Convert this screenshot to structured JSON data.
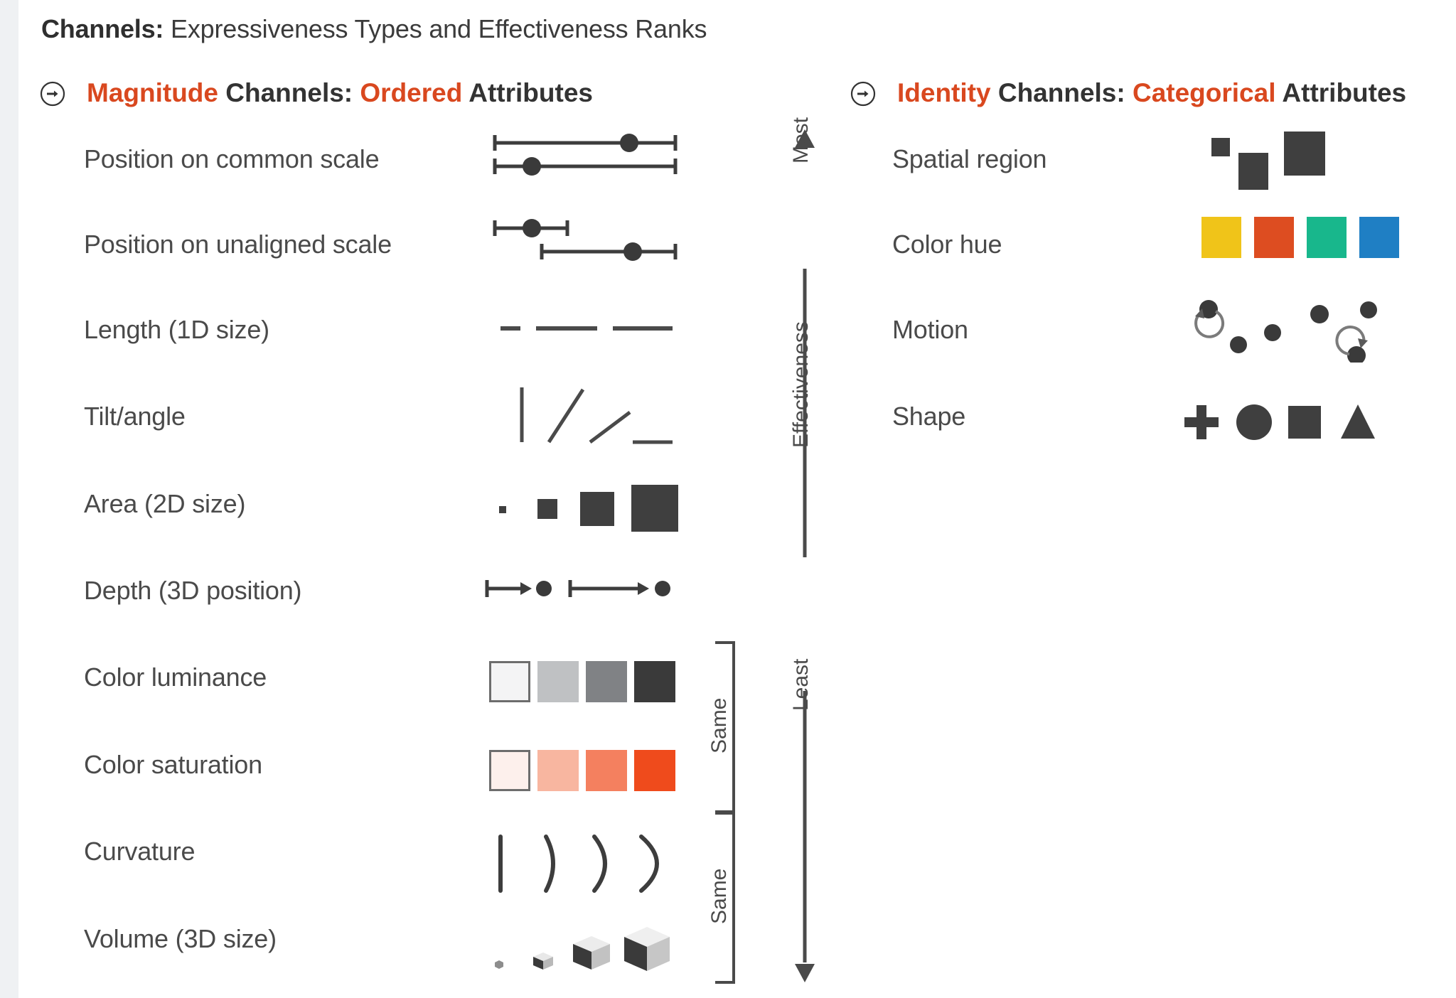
{
  "title": {
    "bold_part": "Channels:",
    "rest_part": " Expressiveness Types and Effectiveness Ranks"
  },
  "sections": {
    "magnitude": {
      "icon": "circle-arrow-right-icon",
      "accent_1": "Magnitude",
      "mid": " Channels: ",
      "accent_2": "Ordered",
      "tail": " Attributes"
    },
    "identity": {
      "icon": "circle-arrow-right-icon",
      "accent_1": "Identity",
      "mid": " Channels: ",
      "accent_2": "Categorical",
      "tail": " Attributes"
    }
  },
  "magnitude_rows": [
    {
      "label": "Position on common scale",
      "glyph": "two-aligned-range-bars"
    },
    {
      "label": "Position on unaligned scale",
      "glyph": "two-unaligned-range-bars"
    },
    {
      "label": "Length (1D size)",
      "glyph": "three-increasing-lines"
    },
    {
      "label": "Tilt/angle",
      "glyph": "four-tilted-lines"
    },
    {
      "label": "Area (2D size)",
      "glyph": "four-increasing-squares"
    },
    {
      "label": "Depth (3D position)",
      "glyph": "two-depth-arrows"
    },
    {
      "label": "Color luminance",
      "glyph": "luminance-ramp-swatches"
    },
    {
      "label": "Color saturation",
      "glyph": "saturation-ramp-swatches"
    },
    {
      "label": "Curvature",
      "glyph": "four-increasing-curves"
    },
    {
      "label": "Volume (3D size)",
      "glyph": "four-increasing-cubes"
    }
  ],
  "identity_rows": [
    {
      "label": "Spatial region",
      "glyph": "three-offset-rectangles"
    },
    {
      "label": "Color hue",
      "glyph": "four-hue-swatches"
    },
    {
      "label": "Motion",
      "glyph": "dots-with-rotation-arrows"
    },
    {
      "label": "Shape",
      "glyph": "plus-circle-square-triangle"
    }
  ],
  "axis": {
    "top_label": "Most",
    "middle_label": "Effectiveness",
    "bottom_label": "Least"
  },
  "brackets": [
    {
      "label": "Same",
      "spans": [
        "Color luminance",
        "Color saturation"
      ]
    },
    {
      "label": "Same",
      "spans": [
        "Curvature",
        "Volume (3D size)"
      ]
    }
  ],
  "chart_data": {
    "type": "table",
    "title": "Channels: Expressiveness Types and Effectiveness Ranks",
    "columns": [
      "Magnitude Channels: Ordered Attributes",
      "Identity Channels: Categorical Attributes"
    ],
    "magnitude_ranking_most_to_least": [
      "Position on common scale",
      "Position on unaligned scale",
      "Length (1D size)",
      "Tilt/angle",
      "Area (2D size)",
      "Depth (3D position)",
      "Color luminance",
      "Color saturation",
      "Curvature",
      "Volume (3D size)"
    ],
    "identity_ranking_most_to_least": [
      "Spatial region",
      "Color hue",
      "Motion",
      "Shape"
    ],
    "effectiveness_axis": [
      "Most",
      "Effectiveness",
      "Least"
    ],
    "equal_rank_groups": [
      [
        "Color luminance",
        "Color saturation"
      ],
      [
        "Curvature",
        "Volume (3D size)"
      ]
    ]
  },
  "colors": {
    "accent_orange": "#d9481f",
    "text_dark": "#3b3b3b",
    "text_row": "#4a4a4a",
    "glyph_dark": "#3d3d3d",
    "luminance_ramp": [
      "#f4f4f5",
      "#bfc1c3",
      "#808285",
      "#3a3a3a"
    ],
    "saturation_ramp": [
      "#fdf0ec",
      "#f8b6a0",
      "#f4805f",
      "#ef4b1c"
    ],
    "hue_swatches": [
      "#f0c419",
      "#dd4d21",
      "#18b78c",
      "#1f7fc4"
    ]
  }
}
